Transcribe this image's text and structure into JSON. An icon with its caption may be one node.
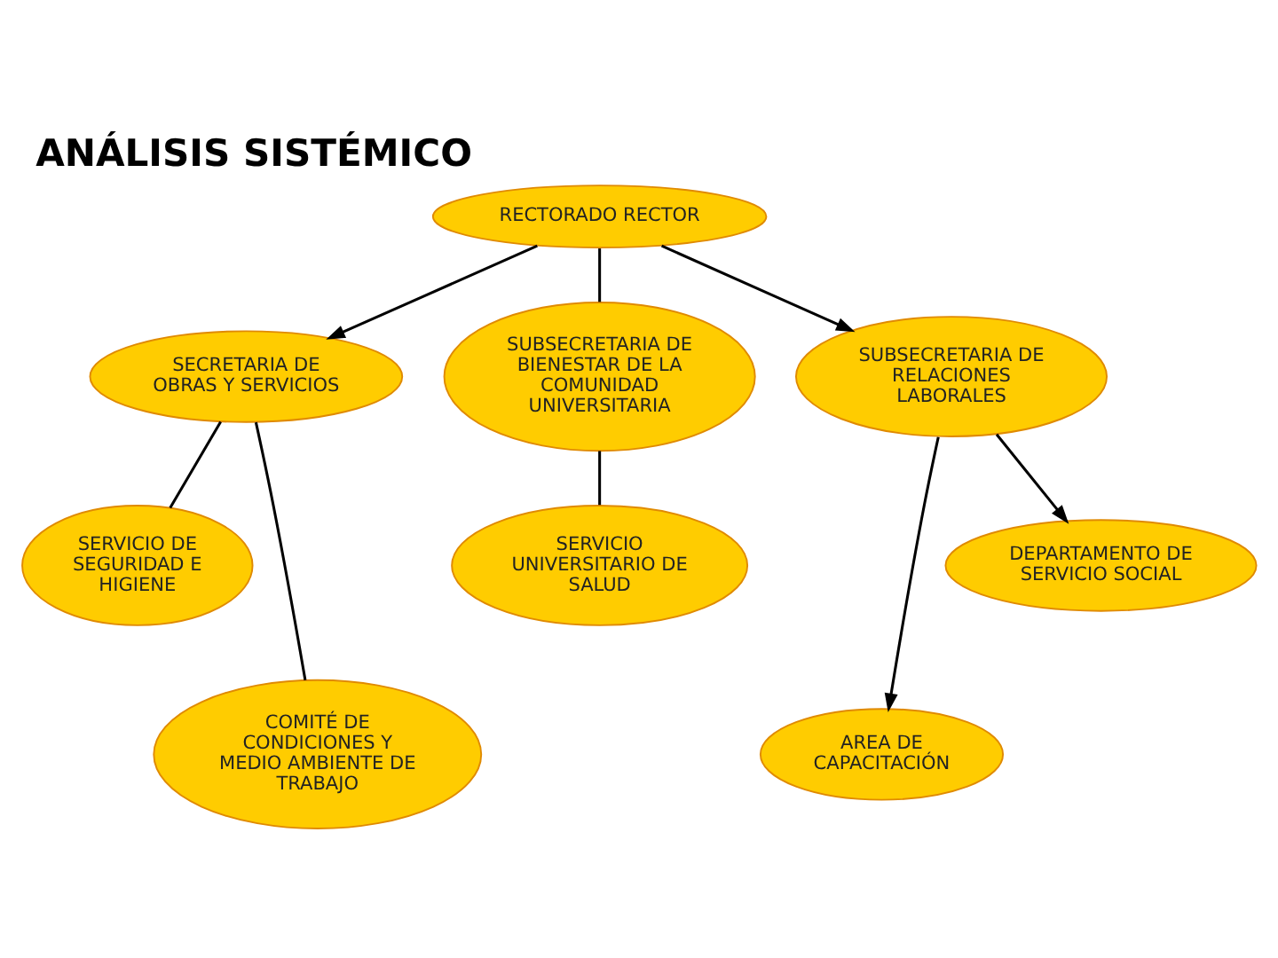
{
  "diagram": {
    "title": "ANÁLISIS SISTÉMICO",
    "nodes": [
      {
        "text": [
          "RECTORADO RECTOR"
        ]
      },
      {
        "text": [
          "SECRETARIA DE OBRAS Y SERVICIOS"
        ]
      },
      {
        "text": [
          "SUBSECRETARIA DE BIENESTAR DE LA COMUNIDAD UNIVERSITARIA"
        ]
      },
      {
        "text": [
          "SUBSECRETARIA DE RELACIONES LABORALES"
        ]
      },
      {
        "text": [
          "SERVICIO DE SEGURIDAD E HIGIENE"
        ]
      },
      {
        "text": [
          "SERVICIO UNIVERSITARIO DE SALUD"
        ]
      },
      {
        "text": [
          "DEPARTAMENTO DE SERVICIO SOCIAL"
        ]
      },
      {
        "text": [
          "COMITÉ DE CONDICIONES Y MEDIO AMBIENTE DE TRABAJO"
        ]
      },
      {
        "text": [
          "AREA DE CAPACITACIÓN"
        ]
      }
    ],
    "edges": [
      {
        "from": 0,
        "to": 1,
        "arrow": "to"
      },
      {
        "from": 0,
        "to": 2,
        "arrow": "none"
      },
      {
        "from": 0,
        "to": 3,
        "arrow": "to"
      },
      {
        "from": 1,
        "to": 4,
        "arrow": "none"
      },
      {
        "from": 1,
        "to": 7,
        "arrow": "none"
      },
      {
        "from": 2,
        "to": 5,
        "arrow": "none"
      },
      {
        "from": 3,
        "to": 8,
        "arrow": "to"
      },
      {
        "from": 3,
        "to": 6,
        "arrow": "to"
      }
    ]
  }
}
